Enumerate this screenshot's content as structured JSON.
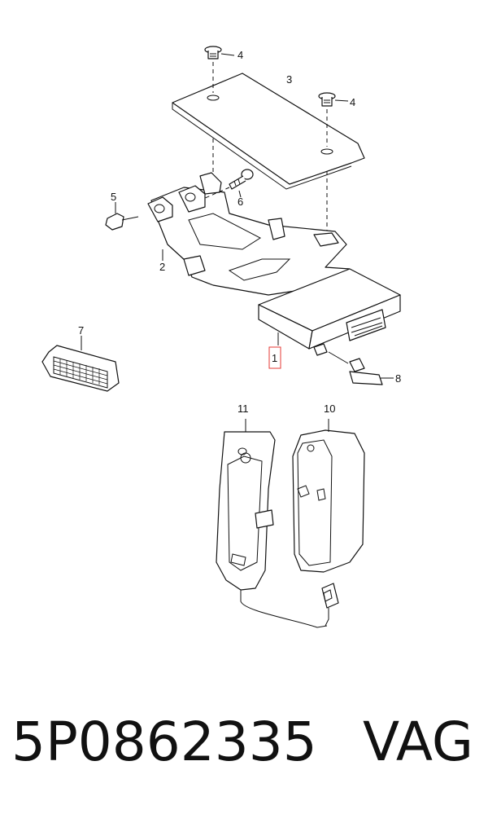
{
  "callouts": {
    "c1": "1",
    "c2": "2",
    "c3": "3",
    "c4a": "4",
    "c4b": "4",
    "c5": "5",
    "c6": "6",
    "c7": "7",
    "c8": "8",
    "c10": "10",
    "c11": "11"
  },
  "highlight_color": "#e53935",
  "caption": {
    "part_number": "5P0862335",
    "brand": "VAG"
  }
}
